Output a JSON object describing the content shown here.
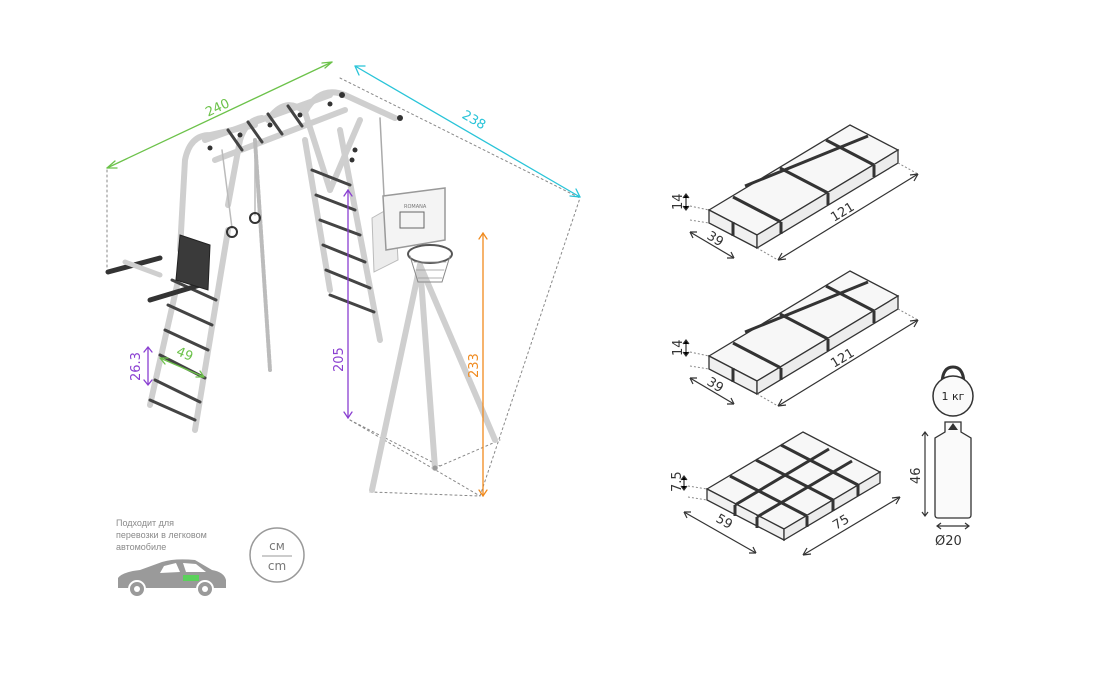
{
  "colors": {
    "green": "#6cc24a",
    "cyan": "#29c4d8",
    "purple": "#8a3fd1",
    "orange": "#f08a1e",
    "frame": "#c9c9c9",
    "box_fill": "#f7f7f7",
    "outline": "#333333",
    "dotted": "#888888",
    "car": "#9a9a9a",
    "car_accent": "#5bd15b"
  },
  "complex": {
    "width": "240",
    "depth": "238",
    "wallbars_height": "205",
    "hoop_height": "233",
    "rung_gap": "26.3",
    "rung_width": "49",
    "backboard_brand": "ROMANA"
  },
  "packages": [
    {
      "height": "14",
      "width": "39",
      "length": "121"
    },
    {
      "height": "14",
      "width": "39",
      "length": "121"
    },
    {
      "height": "7.5",
      "width": "59",
      "length": "75"
    }
  ],
  "accessories": {
    "kettlebell_label": "1 кг",
    "bag_height": "46",
    "bag_diameter": "Ø20"
  },
  "transport_note": {
    "line1": "Подходит для",
    "line2": "перевозки в легковом",
    "line3": "автомобиле"
  },
  "units": {
    "top": "см",
    "bottom": "cm"
  },
  "icons": [
    "car-icon",
    "units-badge-icon",
    "kettlebell-icon",
    "punching-bag-icon"
  ]
}
